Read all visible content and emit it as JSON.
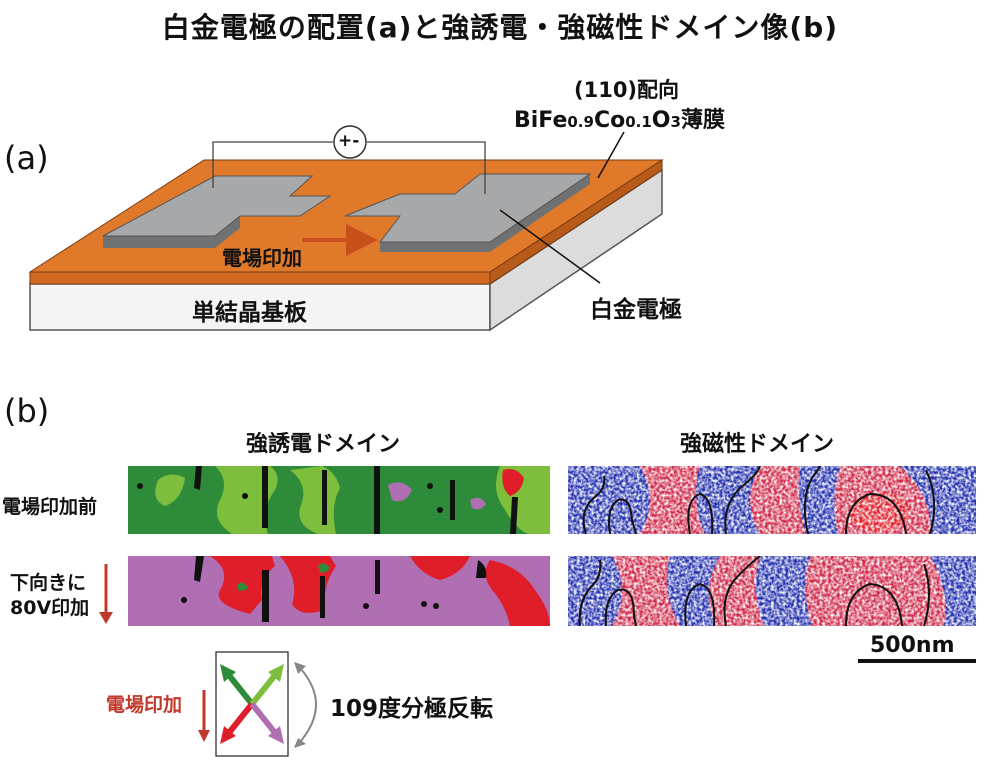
{
  "title": "白金電極の配置(a)と強誘電・強磁性ドメイン像(b)",
  "panel_a": {
    "label": "(a)",
    "film_line1": "(110)配向",
    "film_line2_parts": [
      "BiFe",
      "0.9",
      "Co",
      "0.1",
      "O",
      "3",
      "薄膜"
    ],
    "field_label": "電場印加",
    "substrate_label": "単結晶基板",
    "electrode_label": "白金電極",
    "source_symbol": "+-"
  },
  "panel_b": {
    "label": "(b)",
    "col_ferroelectric": "強誘電ドメイン",
    "col_ferromagnetic": "強磁性ドメイン",
    "row_before": "電場印加前",
    "row_after_line1": "下向きに",
    "row_after_line2": "80V印加",
    "scale_bar": "500nm",
    "legend_field": "電場印加",
    "legend_switch": "109度分極反転"
  },
  "colors": {
    "film": "#e07a2a",
    "electrode": "#a6a8aa",
    "substrate": "#f3f3f3",
    "green_dark": "#2e8b3a",
    "green_light": "#7dbf3c",
    "violet": "#b06fb2",
    "red": "#e01e2a",
    "blue": "#2633b0",
    "arrow_red": "#c0392b"
  }
}
